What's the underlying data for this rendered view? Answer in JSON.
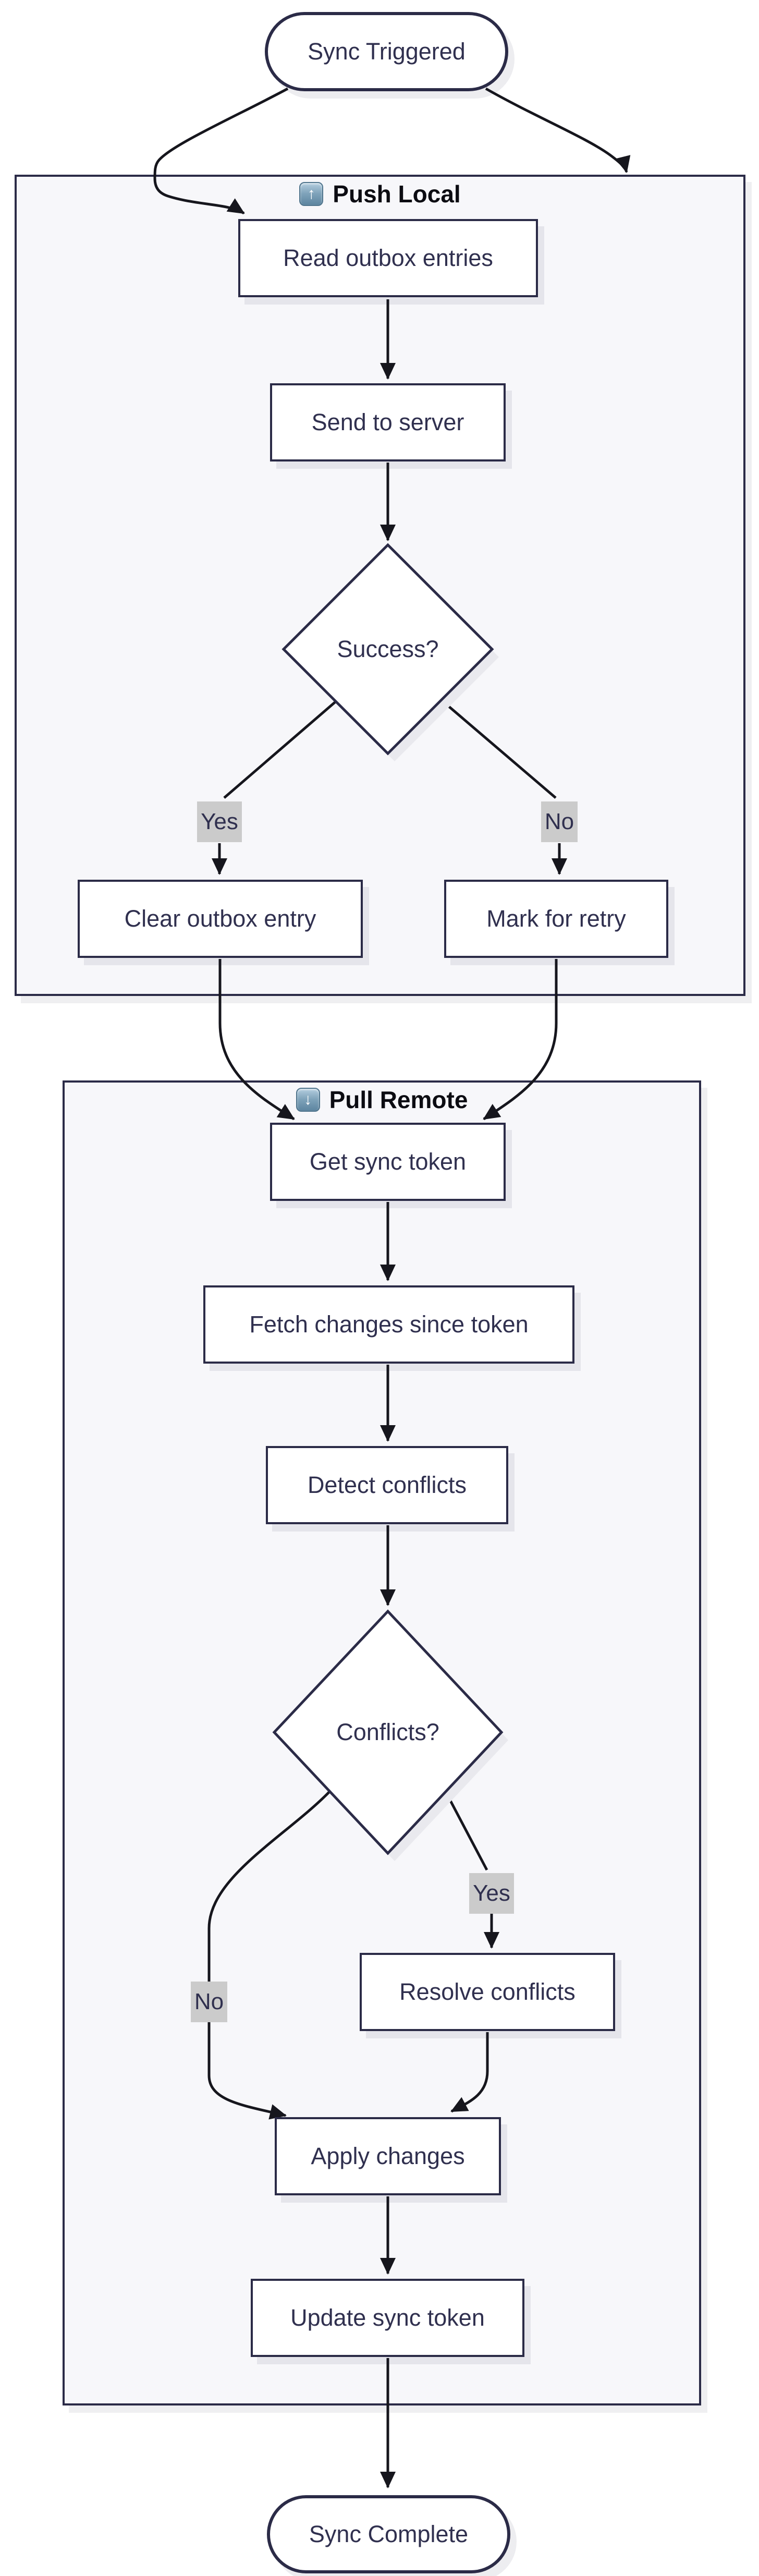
{
  "diagram": {
    "type": "flowchart",
    "nodes": {
      "start": {
        "label": "Sync Triggered",
        "shape": "stadium"
      },
      "read_outbox": {
        "label": "Read outbox entries",
        "shape": "rect"
      },
      "send_server": {
        "label": "Send to server",
        "shape": "rect"
      },
      "success": {
        "label": "Success?",
        "shape": "diamond"
      },
      "clear_outbox": {
        "label": "Clear outbox entry",
        "shape": "rect"
      },
      "mark_retry": {
        "label": "Mark for retry",
        "shape": "rect"
      },
      "get_token": {
        "label": "Get sync token",
        "shape": "rect"
      },
      "fetch_changes": {
        "label": "Fetch changes since token",
        "shape": "rect"
      },
      "detect": {
        "label": "Detect conflicts",
        "shape": "rect"
      },
      "conflicts": {
        "label": "Conflicts?",
        "shape": "diamond"
      },
      "resolve": {
        "label": "Resolve conflicts",
        "shape": "rect"
      },
      "apply": {
        "label": "Apply changes",
        "shape": "rect"
      },
      "update_token": {
        "label": "Update sync token",
        "shape": "rect"
      },
      "complete": {
        "label": "Sync Complete",
        "shape": "stadium"
      }
    },
    "subgraphs": {
      "push": {
        "title": "Push Local",
        "icon_glyph": "↑"
      },
      "pull": {
        "title": "Pull Remote",
        "icon_glyph": "↓"
      }
    },
    "edge_labels": {
      "success_yes": "Yes",
      "success_no": "No",
      "conflicts_yes": "Yes",
      "conflicts_no": "No"
    },
    "colors": {
      "node_border": "#2b2b47",
      "node_fill": "#ffffff",
      "node_text": "#30304f",
      "subgraph_fill": "#f7f7fa",
      "edge": "#16161d",
      "edge_label_bg": "#cbcbcb",
      "title_text": "#0c0c12",
      "icon_blue": "#7fa3ba"
    }
  }
}
